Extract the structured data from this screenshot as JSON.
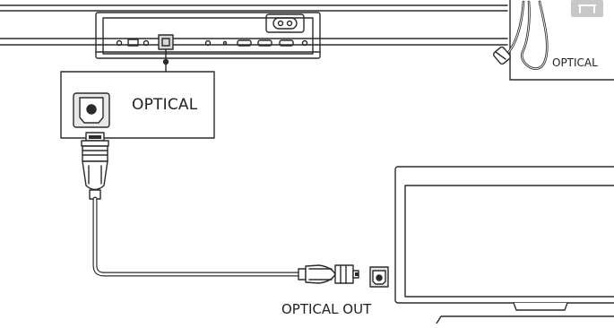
{
  "labels": {
    "soundbar_optical_port": "OPTICAL",
    "tv_optical_port": "OPTICAL OUT",
    "cable_inset": "OPTICAL"
  },
  "colors": {
    "line": "#2b2b2b",
    "background": "#ffffff",
    "port_fill": "#d8d8d8",
    "inset_badge": "#c8c8c8"
  }
}
